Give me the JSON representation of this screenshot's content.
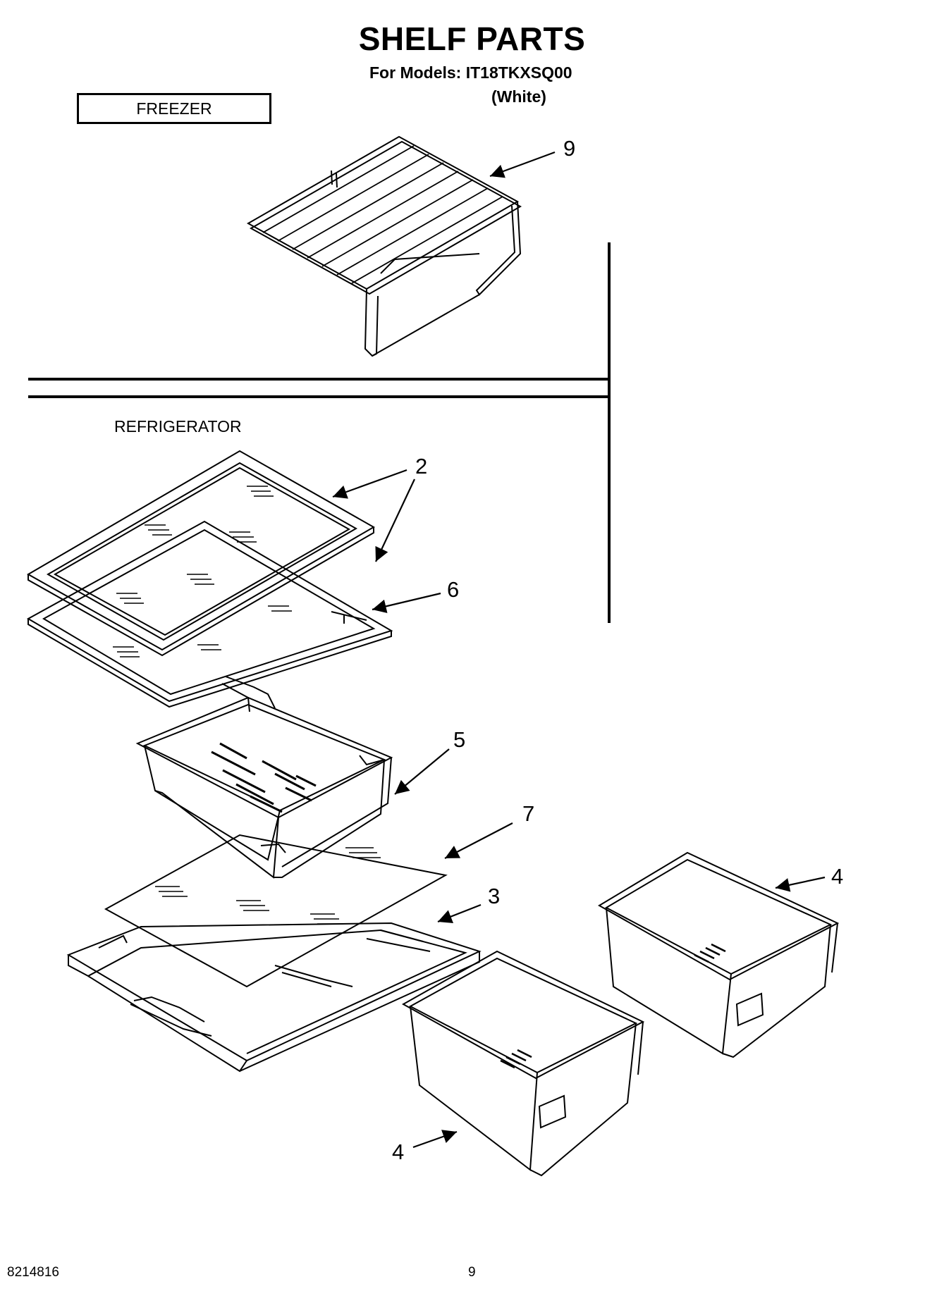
{
  "header": {
    "title": "SHELF PARTS",
    "models": "For Models: IT18TKXSQ00",
    "variant": "(White)"
  },
  "sections": {
    "freezer": "FREEZER",
    "refrigerator": "REFRIGERATOR"
  },
  "callouts": [
    "9",
    "2",
    "6",
    "5",
    "7",
    "3",
    "4",
    "4"
  ],
  "footer": {
    "doc_number": "8214816",
    "page_number": "9"
  }
}
